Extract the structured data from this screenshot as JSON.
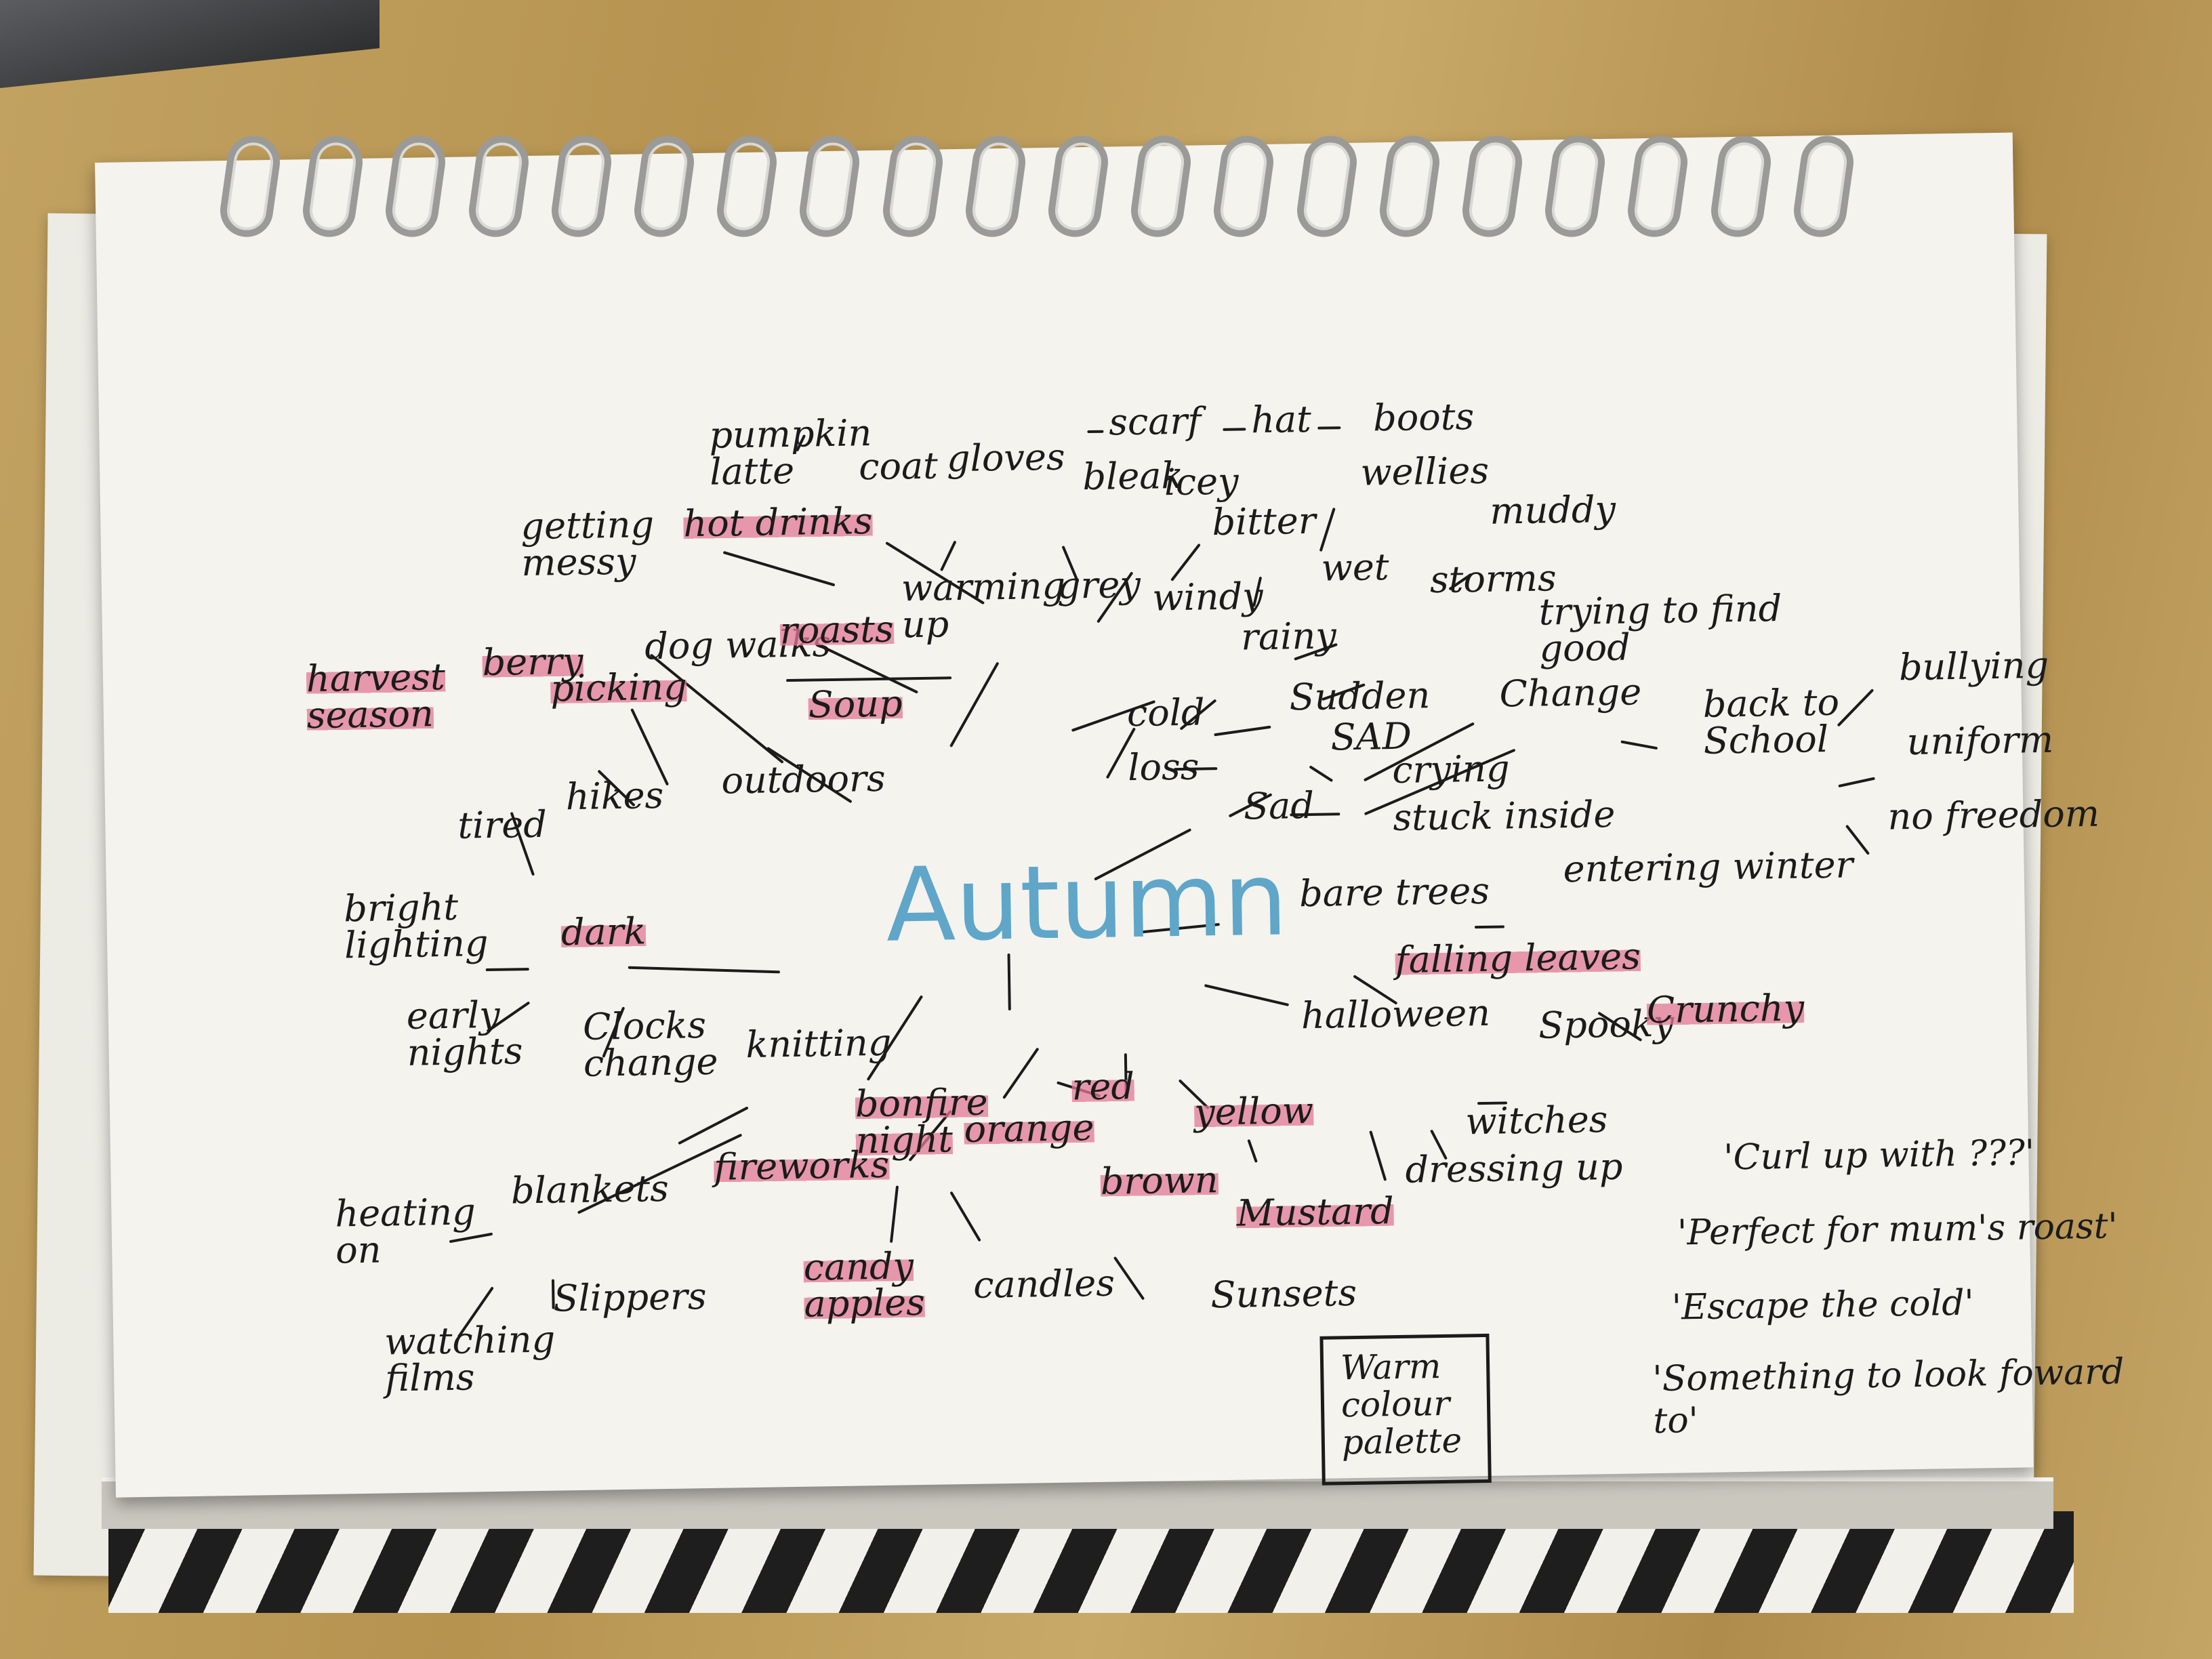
{
  "title": "Autumn",
  "words": [
    {
      "id": "pumpkin-latte",
      "text": "pumpkin\nlatte",
      "hl": false
    },
    {
      "id": "coat",
      "text": "coat",
      "hl": false
    },
    {
      "id": "gloves",
      "text": "gloves",
      "hl": false
    },
    {
      "id": "scarf",
      "text": "scarf",
      "hl": false
    },
    {
      "id": "hat",
      "text": "hat",
      "hl": false
    },
    {
      "id": "boots",
      "text": "boots",
      "hl": false
    },
    {
      "id": "bleak",
      "text": "bleak",
      "hl": false
    },
    {
      "id": "icey",
      "text": "icey",
      "hl": false
    },
    {
      "id": "wellies",
      "text": "wellies",
      "hl": false
    },
    {
      "id": "getting-messy",
      "text": "getting\nmessy",
      "hl": false
    },
    {
      "id": "hot-drinks",
      "text": "hot drinks",
      "hl": true
    },
    {
      "id": "bitter",
      "text": "bitter",
      "hl": false
    },
    {
      "id": "muddy",
      "text": "muddy",
      "hl": false
    },
    {
      "id": "warming-up",
      "text": "warming\nup",
      "hl": false
    },
    {
      "id": "grey",
      "text": "grey",
      "hl": false
    },
    {
      "id": "windy",
      "text": "windy",
      "hl": false
    },
    {
      "id": "wet",
      "text": "wet",
      "hl": false
    },
    {
      "id": "storms",
      "text": "storms",
      "hl": false
    },
    {
      "id": "trying-to-find-good",
      "text": "trying to find\ngood",
      "hl": false
    },
    {
      "id": "harvest-season",
      "text": "harvest\nseason",
      "hl": true
    },
    {
      "id": "berry",
      "text": "berry",
      "hl": true
    },
    {
      "id": "picking",
      "text": "picking",
      "hl": true
    },
    {
      "id": "dog-walks",
      "text": "dog walks",
      "hl": false
    },
    {
      "id": "roasts",
      "text": "roasts",
      "hl": true
    },
    {
      "id": "rainy",
      "text": "rainy",
      "hl": false
    },
    {
      "id": "bullying",
      "text": "bullying",
      "hl": false
    },
    {
      "id": "soup",
      "text": "Soup",
      "hl": true
    },
    {
      "id": "cold",
      "text": "cold",
      "hl": false
    },
    {
      "id": "sudden",
      "text": "Sudden",
      "hl": false
    },
    {
      "id": "change",
      "text": "Change",
      "hl": false
    },
    {
      "id": "back-to-school",
      "text": "back to\nSchool",
      "hl": false
    },
    {
      "id": "sad-caps",
      "text": "SAD",
      "hl": false
    },
    {
      "id": "uniform",
      "text": "uniform",
      "hl": false
    },
    {
      "id": "loss",
      "text": "loss",
      "hl": false
    },
    {
      "id": "hikes",
      "text": "hikes",
      "hl": false
    },
    {
      "id": "outdoors",
      "text": "outdoors",
      "hl": false
    },
    {
      "id": "crying",
      "text": "crying",
      "hl": false
    },
    {
      "id": "tired",
      "text": "tired",
      "hl": false
    },
    {
      "id": "sad",
      "text": "Sad",
      "hl": false
    },
    {
      "id": "stuck-inside",
      "text": "stuck inside",
      "hl": false
    },
    {
      "id": "no-freedom",
      "text": "no freedom",
      "hl": false
    },
    {
      "id": "bright-lighting",
      "text": "bright\nlighting",
      "hl": false
    },
    {
      "id": "dark",
      "text": "dark",
      "hl": true
    },
    {
      "id": "bare-trees",
      "text": "bare trees",
      "hl": false
    },
    {
      "id": "entering-winter",
      "text": "entering winter",
      "hl": false
    },
    {
      "id": "falling-leaves",
      "text": "falling leaves",
      "hl": true
    },
    {
      "id": "early-nights",
      "text": "early\nnights",
      "hl": false
    },
    {
      "id": "clocks-change",
      "text": "Clocks\nchange",
      "hl": false
    },
    {
      "id": "knitting",
      "text": "knitting",
      "hl": false
    },
    {
      "id": "halloween",
      "text": "halloween",
      "hl": false
    },
    {
      "id": "spooky",
      "text": "Spooky",
      "hl": false
    },
    {
      "id": "crunchy",
      "text": "Crunchy",
      "hl": true
    },
    {
      "id": "red",
      "text": "red",
      "hl": true
    },
    {
      "id": "bonfire-night",
      "text": "bonfire\nnight",
      "hl": true
    },
    {
      "id": "orange",
      "text": "orange",
      "hl": true
    },
    {
      "id": "yellow",
      "text": "yellow",
      "hl": true
    },
    {
      "id": "witches",
      "text": "witches",
      "hl": false
    },
    {
      "id": "fireworks",
      "text": "fireworks",
      "hl": true
    },
    {
      "id": "heating-on",
      "text": "heating\non",
      "hl": false
    },
    {
      "id": "blankets",
      "text": "blankets",
      "hl": false
    },
    {
      "id": "brown",
      "text": "brown",
      "hl": true
    },
    {
      "id": "dressing-up",
      "text": "dressing up",
      "hl": false
    },
    {
      "id": "mustard",
      "text": "Mustard",
      "hl": true
    },
    {
      "id": "candy-apples",
      "text": "candy\napples",
      "hl": true
    },
    {
      "id": "candles",
      "text": "candles",
      "hl": false
    },
    {
      "id": "slippers",
      "text": "Slippers",
      "hl": false
    },
    {
      "id": "sunsets",
      "text": "Sunsets",
      "hl": false
    },
    {
      "id": "watching-films",
      "text": "watching\nfilms",
      "hl": false
    }
  ],
  "box_text": "Warm\ncolour\npalette",
  "quotes": [
    "'Curl up with ???'",
    "'Perfect for mum's roast'",
    "'Escape the cold'",
    "'Something to look foward\nto'"
  ]
}
